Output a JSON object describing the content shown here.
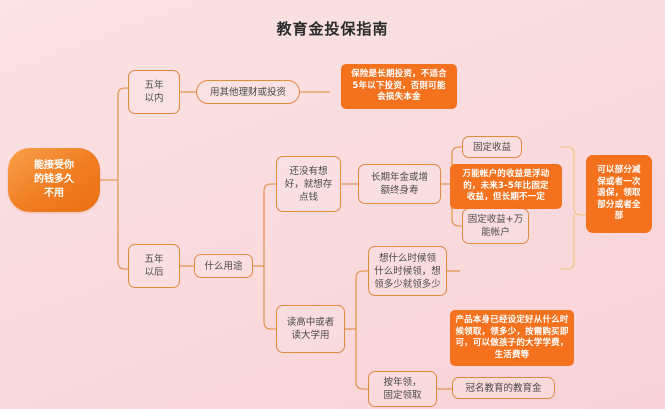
{
  "title": "教育金投保指南",
  "theme": {
    "background_top": "#fbe2e3",
    "background_bottom": "#f8d2d6",
    "node_border": "#e08a42",
    "callout_fill": "#f4711e",
    "root_fill": "#f07d22",
    "node_text": "#4a4a4a",
    "callout_text": "#ffffff",
    "title_text": "#2b2b2b"
  },
  "root": {
    "label": "能接受你\n的钱多久\n不用"
  },
  "branches": [
    {
      "id": "within-five-years",
      "label": "五年\n以内",
      "children": [
        {
          "id": "other-investment",
          "label": "用其他理财或投资"
        }
      ]
    },
    {
      "id": "after-five-years",
      "label": "五年\n以后",
      "children": [
        {
          "id": "what-purpose",
          "label": "什么用途"
        }
      ]
    }
  ],
  "nodes": {
    "not-decided": "还没有想\n好，就想存\n点钱",
    "long-term-annuity": "长期年金或增\n额终身寿",
    "fixed-income": "固定收益",
    "fixed-plus-universal": "固定收益+万\n能帐户",
    "highschool-college": "读高中或者\n读大学用",
    "withdraw-anytime": "想什么时候领\n什么时候领，想\n领多少就领多少",
    "yearly-fixed": "按年领，\n固定领取",
    "named-education-fund": "冠名教育的教育金"
  },
  "callouts": {
    "long-term-warning": "保险是长期投资，不适合\n5年以下投资，否则可能\n会损失本金",
    "universal-account-note": "万能帐户的收益是浮动\n的，未来3-5年比固定\n收益，但长期不一定",
    "partial-surrender-note": "可以部分减\n保或者一次\n退保，领取\n部分或者全\n部",
    "preset-withdrawal-note": "产品本身已经设定好从什么时\n候领取，领多少，按需购买即\n可，可以做孩子的大学学费，\n生活费等"
  }
}
